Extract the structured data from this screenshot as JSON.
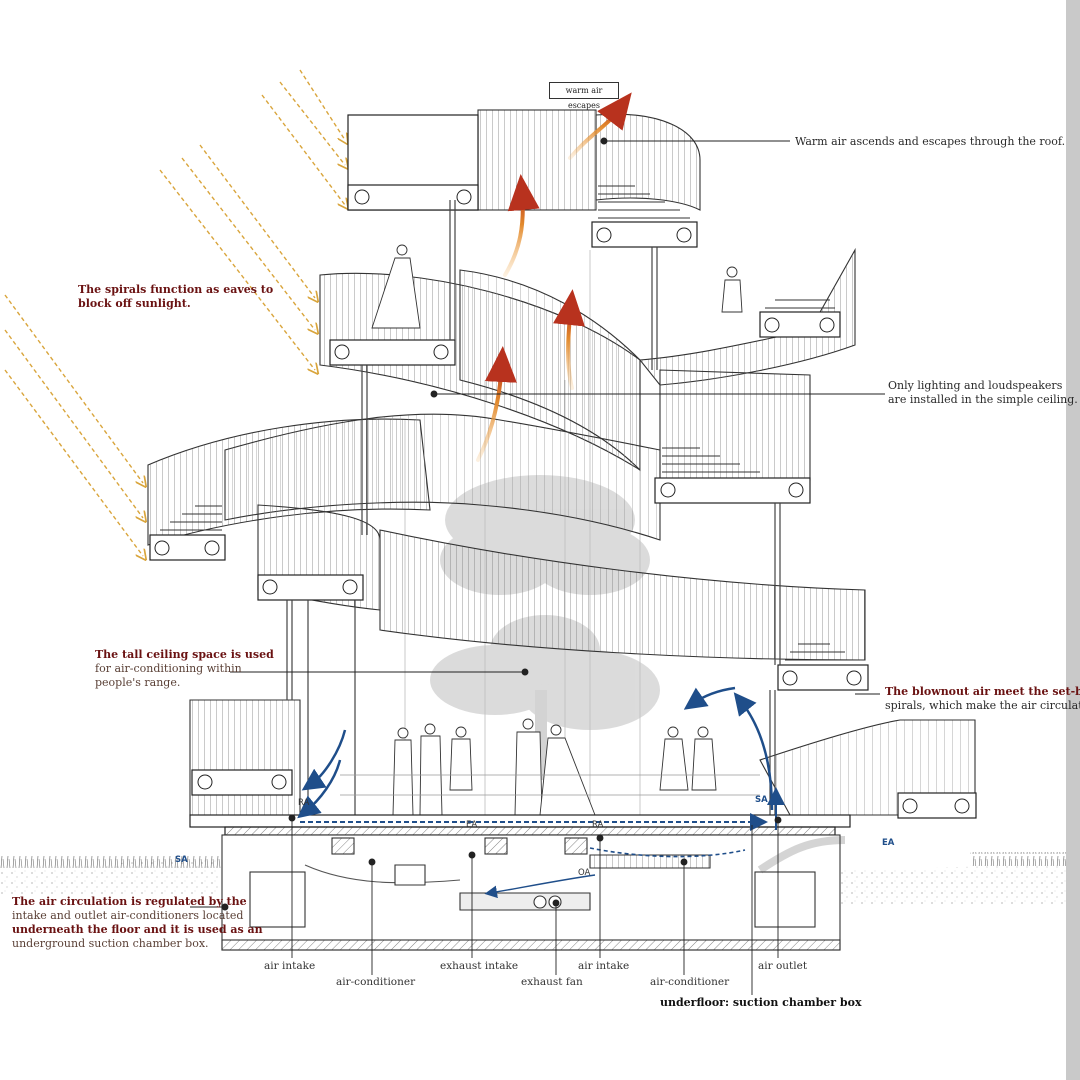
{
  "labels": {
    "warm_air_escapes": "warm air escapes",
    "roof_note": "Warm air ascends and escapes through the roof.",
    "eaves_note_line1": "The spirals function as eaves to",
    "eaves_note_line2": "block off sunlight.",
    "ceiling_note_line1": "Only lighting and loudspeakers",
    "ceiling_note_line2": "are installed in the simple ceiling.",
    "tall_ceiling_line1": "The tall ceiling space is used",
    "tall_ceiling_line2": "for air-conditioning within",
    "tall_ceiling_line3": "people's range.",
    "blownout_line1": "The blownout air meet the set-back",
    "blownout_line2": "spirals, which make the air circulate.",
    "circ_line1": "The air circulation is regulated by the",
    "circ_line2": "intake and outlet air-conditioners located",
    "circ_line3": "underneath the floor and it is used as an",
    "circ_line4": "underground suction chamber box."
  },
  "bottom_labels": {
    "air_intake_left": "air intake",
    "air_conditioner_left": "air-conditioner",
    "exhaust_intake": "exhaust intake",
    "exhaust_fan": "exhaust fan",
    "air_intake_right": "air intake",
    "air_conditioner_right": "air-conditioner",
    "air_outlet": "air outlet",
    "underfloor": "underfloor: suction chamber box"
  },
  "tags": {
    "ra_left": "RA",
    "ea_mid": "EA",
    "ra_mid": "RA",
    "sa_right": "SA",
    "ea_right": "EA",
    "oa": "OA",
    "sa_left": "SA"
  },
  "colors": {
    "heading_red": "#6a1212",
    "airflow_blue": "#1f4e8a",
    "warm_red": "#b8321e",
    "warm_orange": "#e2892c",
    "sun_ray": "#d9a53c",
    "line_gray": "#444444"
  }
}
